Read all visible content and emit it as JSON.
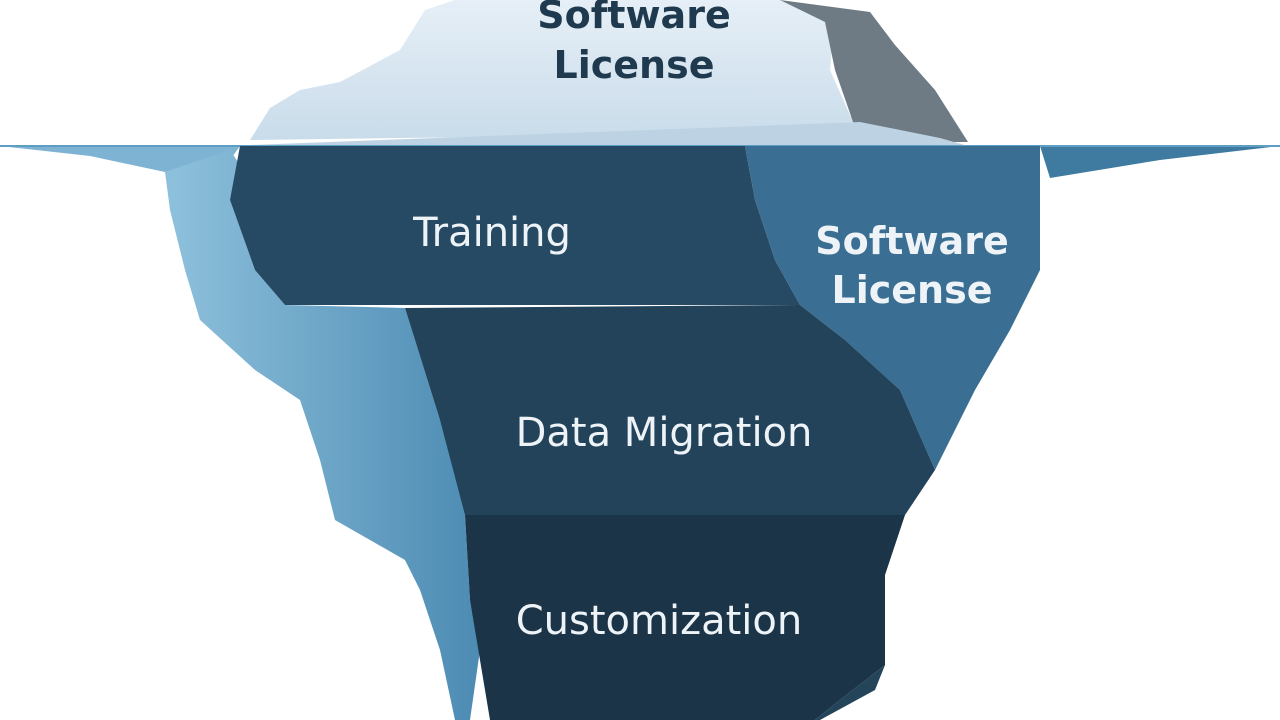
{
  "tip": {
    "label_line1": "Software",
    "label_line2": "License"
  },
  "underwater": {
    "training": "Training",
    "side_line1": "Software",
    "side_line2": "License",
    "data_migration": "Data Migration",
    "customization": "Customization"
  }
}
